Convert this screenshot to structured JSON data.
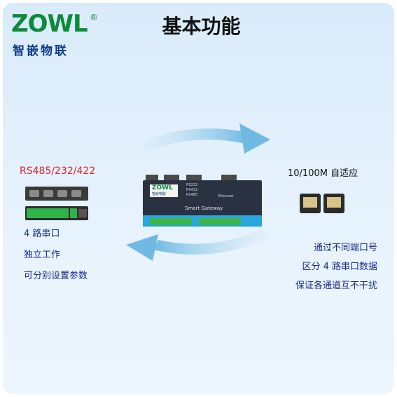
{
  "title": "基本功能",
  "logo": {
    "mark": "ZOWL",
    "reg": "®",
    "cn": "智嵌物联"
  },
  "left": {
    "protocol": "RS485/232/422",
    "lines": [
      "4 路串口",
      "独立工作",
      "可分别设置参数"
    ]
  },
  "right": {
    "network": "10/100M 自适应",
    "lines": [
      "通过不同端口号",
      "区分 4 路串口数据",
      "保证各通道互不干扰"
    ]
  },
  "device": {
    "brand": "ZOWL",
    "brand_cn": "智嵌物联",
    "product": "Smart Gateway",
    "ports": [
      "RS232",
      "RS422",
      "RS485"
    ],
    "net_label": "Ethernet"
  },
  "colors": {
    "accent_red": "#d8262a",
    "text_blue": "#1a2a8a",
    "logo_green": "#0d8a3a",
    "arrow_blue": "#7fc3e6"
  },
  "icons": [
    "swap-arrow-top-icon",
    "swap-arrow-bottom-icon",
    "rj45-port-icon"
  ]
}
